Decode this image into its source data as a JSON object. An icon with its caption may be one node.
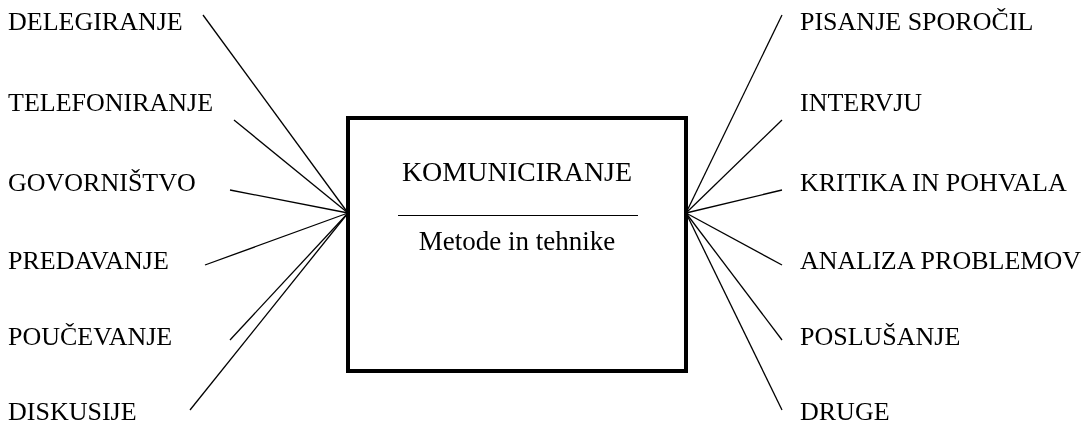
{
  "diagram": {
    "nodes": [
      {
        "text": [
          "DELEGIRANJE"
        ]
      },
      {
        "text": [
          "TELEFONIRANJE"
        ]
      },
      {
        "text": [
          "GOVORNIŠTVO"
        ]
      },
      {
        "text": [
          "PREDAVANJE"
        ]
      },
      {
        "text": [
          "POUČEVANJE"
        ]
      },
      {
        "text": [
          "DISKUSIJE"
        ]
      },
      {
        "text": [
          "KOMUNICIRANJE",
          "Metode in tehnike"
        ]
      },
      {
        "text": [
          "PISANJE SPOROČIL"
        ]
      },
      {
        "text": [
          "INTERVJU"
        ]
      },
      {
        "text": [
          "KRITIKA IN POHVALA"
        ]
      },
      {
        "text": [
          "ANALIZA PROBLEMOV"
        ]
      },
      {
        "text": [
          "POSLUŠANJE"
        ]
      },
      {
        "text": [
          "DRUGE"
        ]
      }
    ],
    "edges": [
      {
        "from": 6,
        "to": 0,
        "arrow": "none"
      },
      {
        "from": 6,
        "to": 1,
        "arrow": "none"
      },
      {
        "from": 6,
        "to": 2,
        "arrow": "none"
      },
      {
        "from": 6,
        "to": 3,
        "arrow": "none"
      },
      {
        "from": 6,
        "to": 4,
        "arrow": "none"
      },
      {
        "from": 6,
        "to": 5,
        "arrow": "none"
      },
      {
        "from": 6,
        "to": 7,
        "arrow": "none"
      },
      {
        "from": 6,
        "to": 8,
        "arrow": "none"
      },
      {
        "from": 6,
        "to": 9,
        "arrow": "none"
      },
      {
        "from": 6,
        "to": 10,
        "arrow": "none"
      },
      {
        "from": 6,
        "to": 11,
        "arrow": "none"
      },
      {
        "from": 6,
        "to": 12,
        "arrow": "none"
      }
    ]
  }
}
